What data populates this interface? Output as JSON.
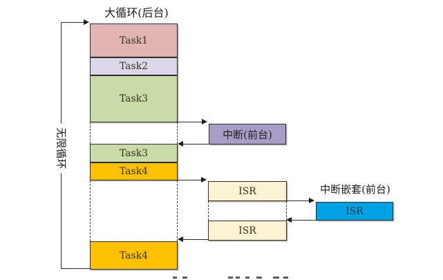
{
  "diagram_title_background": "大循环(后台)",
  "infinite_loop_label": "无限循环",
  "main_column": {
    "segments": [
      {
        "label": "Task1",
        "color": "#e2b4b4"
      },
      {
        "label": "Task2",
        "color": "#dcd8ea"
      },
      {
        "label": "Task3",
        "color": "#c9dba6"
      },
      {
        "label": "Task3",
        "color": "#c9dba6"
      },
      {
        "label": "Task4",
        "color": "#fdc101"
      },
      {
        "label": "Task4",
        "color": "#fdc101"
      }
    ]
  },
  "foreground": {
    "interrupt_box": {
      "label": "中断(前台)",
      "color": "#a89dc6"
    },
    "isr_upper": {
      "label": "ISR",
      "color": "#fdf3d3"
    },
    "isr_lower": {
      "label": "ISR",
      "color": "#fdf3d3"
    },
    "nested_interrupt_title": "中断嵌套(前台)",
    "nested_isr": {
      "label": "ISR",
      "color": "#00a2e4"
    }
  },
  "connector_color": "#2a2a2a"
}
